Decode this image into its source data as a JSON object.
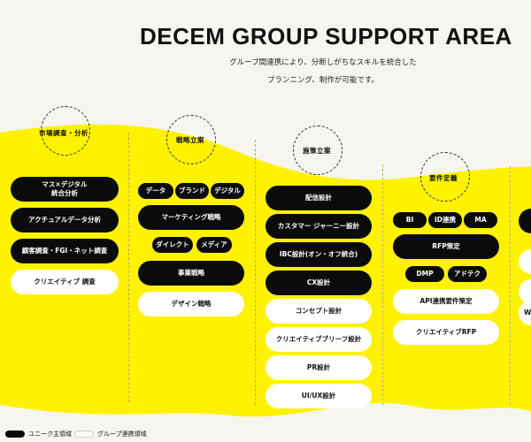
{
  "header": {
    "title": "DECEM GROUP SUPPORT AREA",
    "subtitle_line1": "グループ間連携により、分断しがちなスキルを統合した",
    "subtitle_line2": "プランニング、制作が可能です。"
  },
  "columns": {
    "market": {
      "label": "市場調査・分析",
      "items": [
        {
          "label": "マス×デジタル\n統合分析",
          "style": "dark"
        },
        {
          "label": "アクチュアルデータ分析",
          "style": "dark"
        },
        {
          "label": "顧客調査・FGI・ネット調査",
          "style": "dark"
        },
        {
          "label": "クリエイティブ 調査",
          "style": "light"
        }
      ]
    },
    "strategy": {
      "label": "戦略立案",
      "tags_top": [
        "データ",
        "ブランド",
        "デジタル"
      ],
      "center": "マーケティング戦略",
      "tags_bottom": [
        "ダイレクト",
        "メディア"
      ],
      "items": [
        {
          "label": "事業戦略",
          "style": "dark"
        },
        {
          "label": "デザイン戦略",
          "style": "light"
        }
      ]
    },
    "plan": {
      "label": "施策立案",
      "items": [
        {
          "label": "配信設計",
          "style": "dark"
        },
        {
          "label": "カスタマー ジャーニー設計",
          "style": "dark"
        },
        {
          "label": "IBC設計(オン・オフ統合)",
          "style": "dark"
        },
        {
          "label": "CX設計",
          "style": "dark"
        },
        {
          "label": "コンセプト設計",
          "style": "light"
        },
        {
          "label": "クリエイティブブリーフ設計",
          "style": "light"
        },
        {
          "label": "PR設計",
          "style": "light"
        },
        {
          "label": "UI/UX設計",
          "style": "light"
        }
      ]
    },
    "requirements": {
      "label": "要件定義",
      "tags_top": [
        "BI",
        "ID連携",
        "MA"
      ],
      "center": "RFP策定",
      "tags_bottom": [
        "DMP",
        "アドテク"
      ],
      "items": [
        {
          "label": "API連携要件策定",
          "style": "light"
        },
        {
          "label": "クリエイティブRFP",
          "style": "light"
        }
      ]
    },
    "fifth": {
      "items": [
        {
          "label": "",
          "style": "dark"
        },
        {
          "label": "",
          "style": "light"
        },
        {
          "label": "",
          "style": "light"
        },
        {
          "label": "WI",
          "style": "light"
        }
      ]
    }
  },
  "legend": {
    "own": "ユニーク主領域",
    "group": "グループ連携領域"
  },
  "colors": {
    "band": "#fff200",
    "dark_pill": "#0b0b0b",
    "light_pill": "#ffffff",
    "background": "#f6f5ef"
  }
}
